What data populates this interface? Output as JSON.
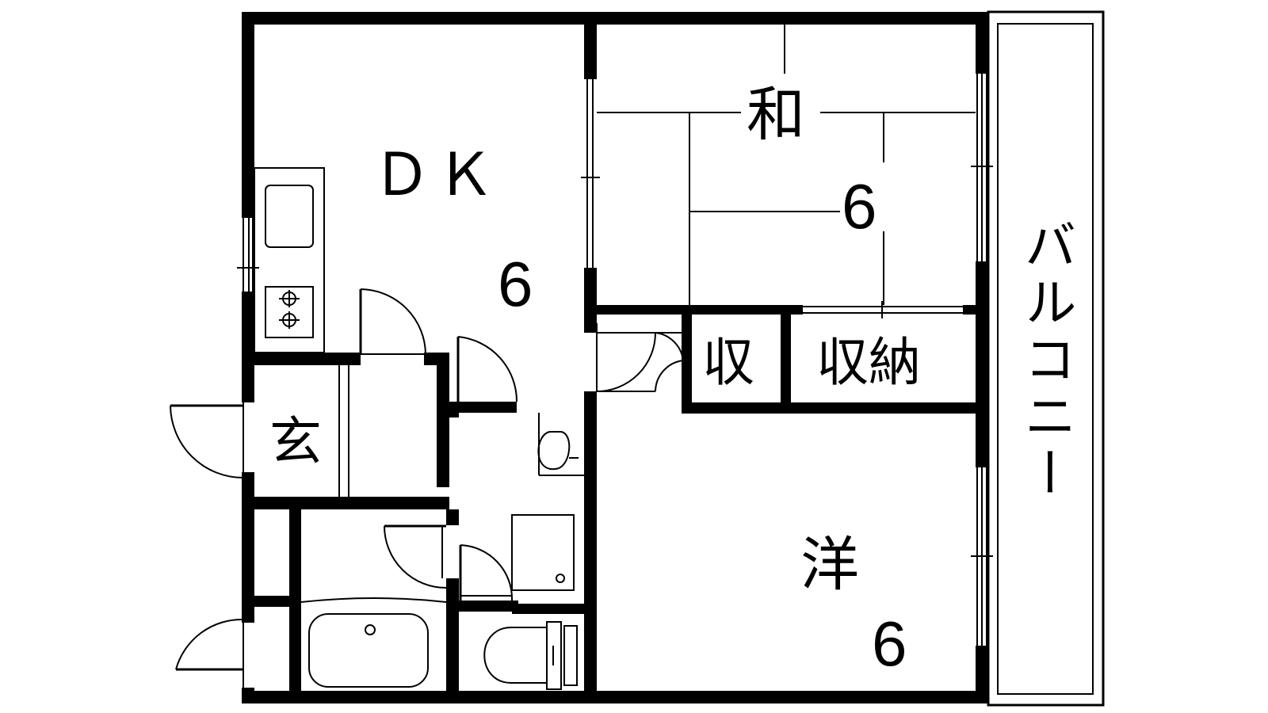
{
  "floor_plan": {
    "rooms": {
      "dk": {
        "label": "ＤＫ",
        "size": "6"
      },
      "washitsu": {
        "label": "和",
        "size": "6"
      },
      "youshitsu": {
        "label": "洋",
        "size": "6"
      },
      "entrance": {
        "label": "玄"
      },
      "closet_small": {
        "label": "収"
      },
      "closet": {
        "label": "収納"
      },
      "balcony": {
        "label": "バルコニー"
      }
    }
  }
}
